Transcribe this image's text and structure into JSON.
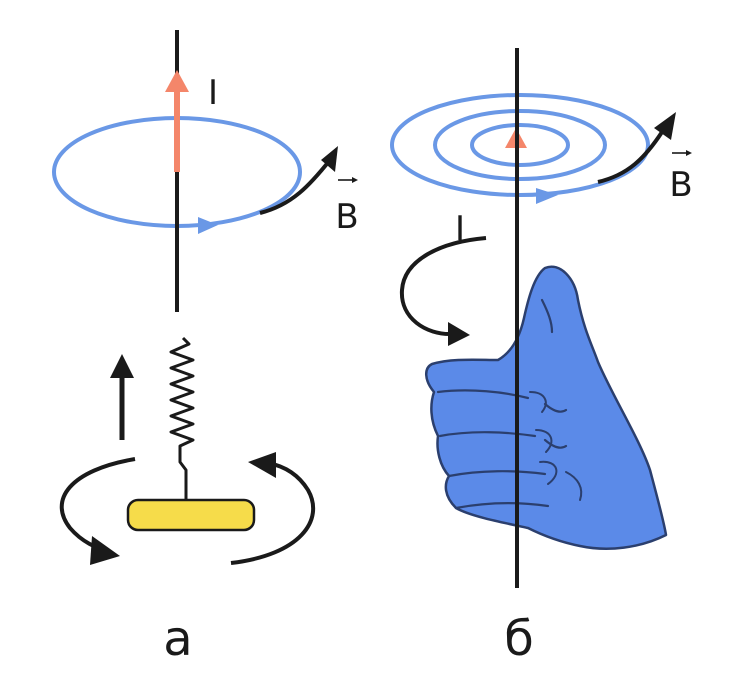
{
  "panel_a": {
    "current_label": "I",
    "field_label": "B",
    "caption": "а"
  },
  "panel_b": {
    "current_label": "I",
    "field_label": "B",
    "caption": "б"
  },
  "colors": {
    "field_line": "#6a98e6",
    "current_arrow": "#f4866a",
    "wire": "#1a1a1a",
    "hand": "#5b8ae8",
    "hand_outline": "#2b3f6e",
    "screw_head": "#f6dc4a"
  }
}
